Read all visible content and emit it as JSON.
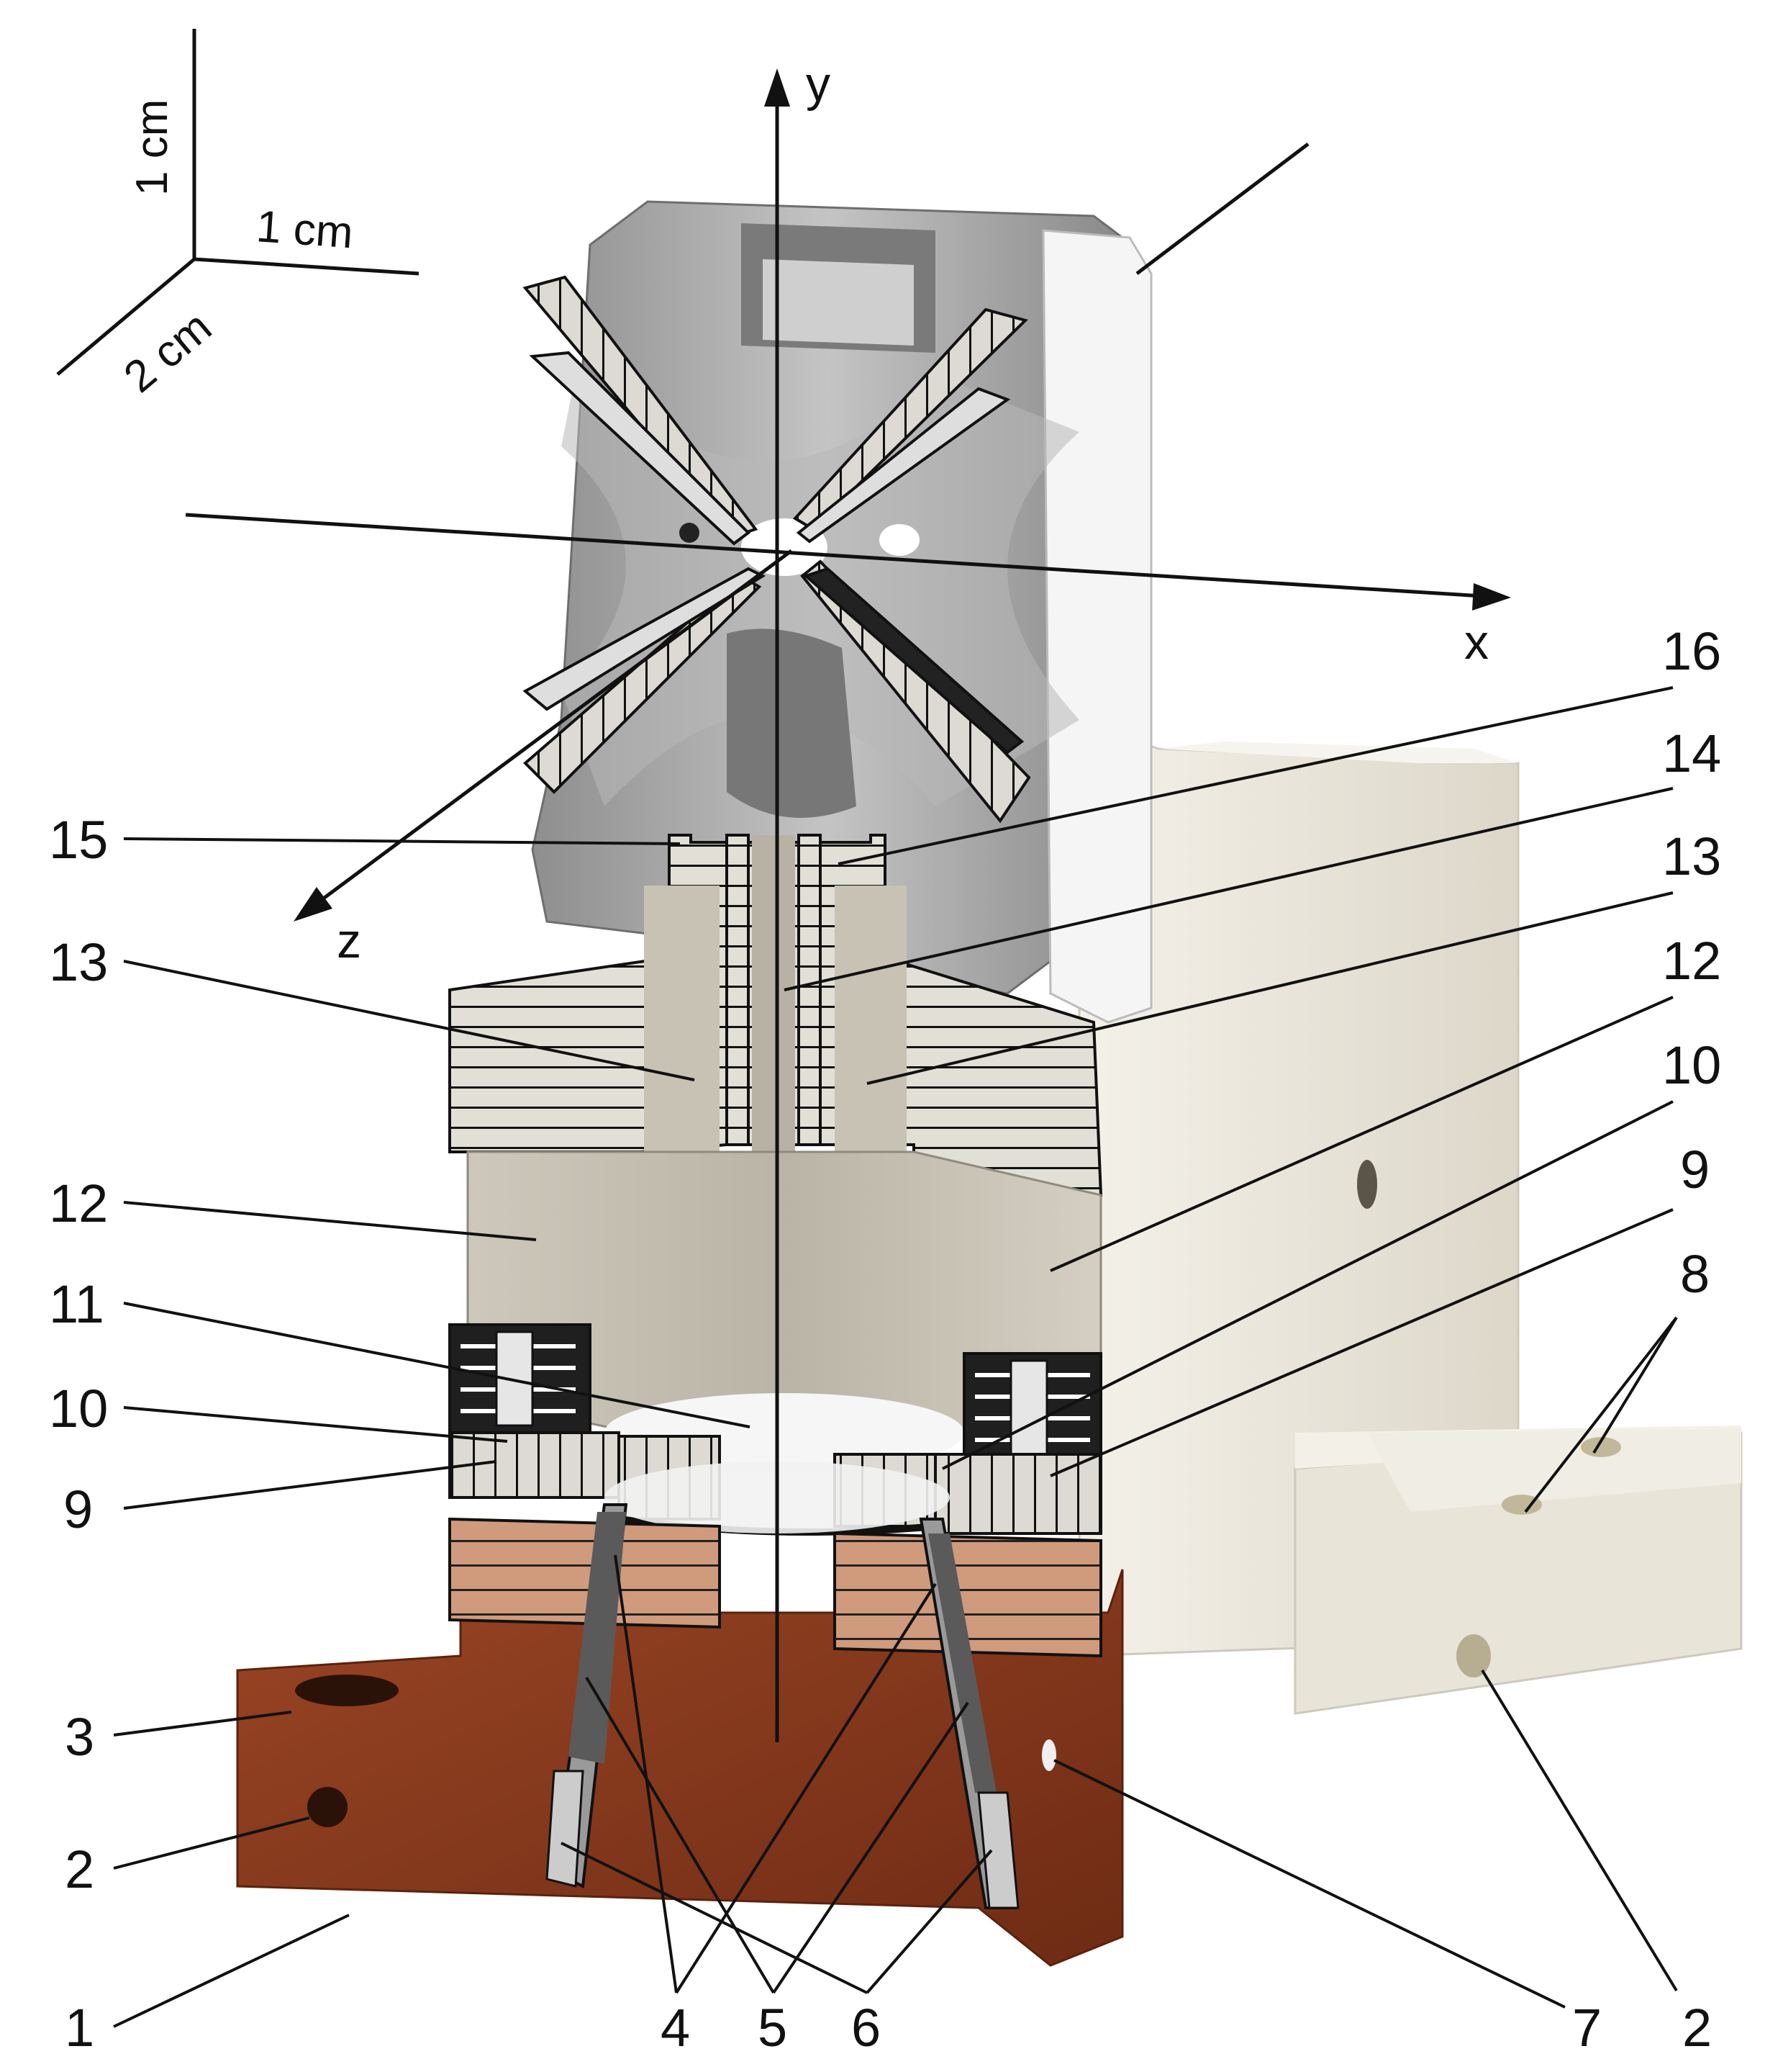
{
  "scale_bar": {
    "vertical": "1 cm",
    "horizontal": "1 cm",
    "depth": "2 cm"
  },
  "axes": {
    "x": "x",
    "y": "y",
    "z": "z"
  },
  "callouts": [
    {
      "id": "c1",
      "text": "1"
    },
    {
      "id": "c2-left",
      "text": "2"
    },
    {
      "id": "c3",
      "text": "3"
    },
    {
      "id": "c4",
      "text": "4"
    },
    {
      "id": "c5",
      "text": "5"
    },
    {
      "id": "c6",
      "text": "6"
    },
    {
      "id": "c7",
      "text": "7"
    },
    {
      "id": "c2-right",
      "text": "2"
    },
    {
      "id": "c8",
      "text": "8"
    },
    {
      "id": "c9-right",
      "text": "9"
    },
    {
      "id": "c10-right",
      "text": "10"
    },
    {
      "id": "c12-right",
      "text": "12"
    },
    {
      "id": "c13-right",
      "text": "13"
    },
    {
      "id": "c14",
      "text": "14"
    },
    {
      "id": "c16",
      "text": "16"
    },
    {
      "id": "c15",
      "text": "15"
    },
    {
      "id": "c13-left",
      "text": "13"
    },
    {
      "id": "c12-left",
      "text": "12"
    },
    {
      "id": "c11",
      "text": "11"
    },
    {
      "id": "c10-left",
      "text": "10"
    },
    {
      "id": "c9-left",
      "text": "9"
    }
  ],
  "colors": {
    "copper": "#8a3a1e",
    "copper_light": "#c89070",
    "cream": "#eeeae0",
    "grey_metal": "#9a9a9a",
    "ceramic": "#e4e2da"
  }
}
